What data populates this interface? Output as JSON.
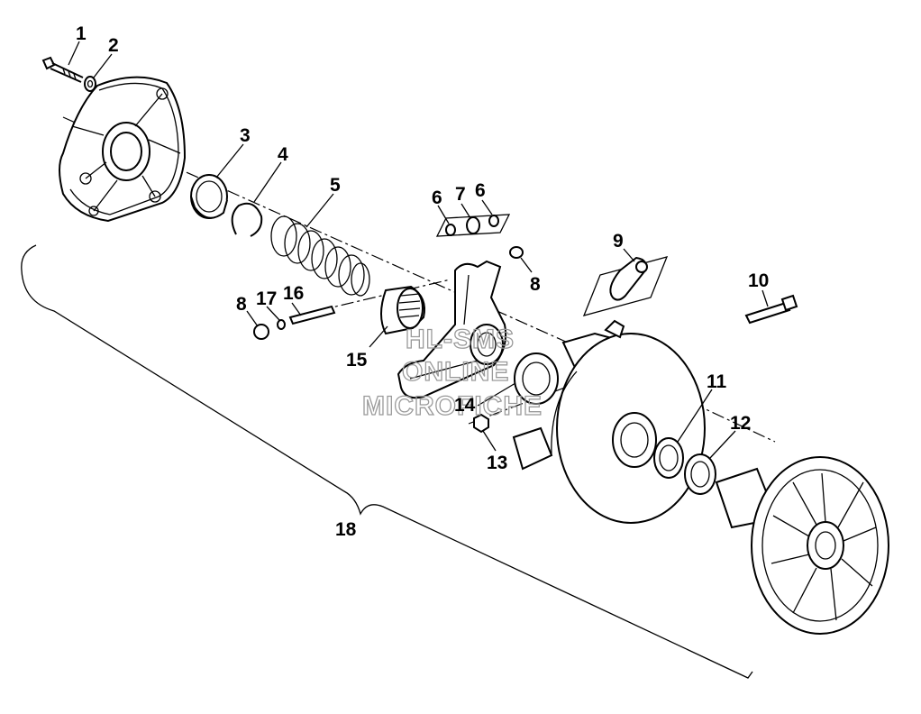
{
  "callouts": {
    "c1": "1",
    "c2": "2",
    "c3": "3",
    "c4": "4",
    "c5": "5",
    "c6a": "6",
    "c7": "7",
    "c6b": "6",
    "c8a": "8",
    "c9": "9",
    "c10": "10",
    "c8b": "8",
    "c17": "17",
    "c16": "16",
    "c15": "15",
    "c11": "11",
    "c12": "12",
    "c14": "14",
    "c13": "13",
    "c18": "18"
  },
  "watermark": {
    "line1": "HL-SMS",
    "line2": "ONLINE",
    "line3": "MICROFICHE"
  }
}
